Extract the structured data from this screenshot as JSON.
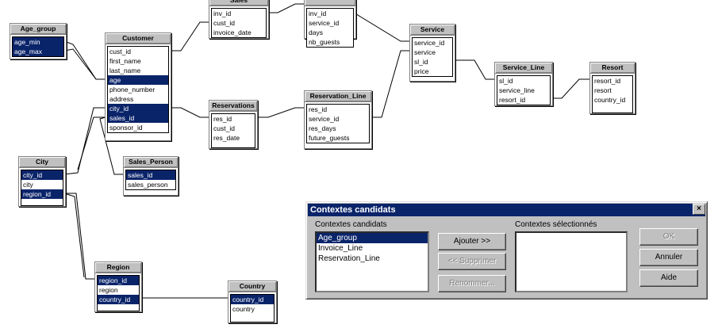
{
  "tables": {
    "age_group": {
      "title": "Age_group",
      "columns": [
        "age_min",
        "age_max"
      ]
    },
    "customer": {
      "title": "Customer",
      "columns": [
        "cust_id",
        "first_name",
        "last_name",
        "age",
        "phone_number",
        "address",
        "city_id",
        "sales_id",
        "sponsor_id"
      ]
    },
    "sales": {
      "title": "Sales",
      "columns": [
        "inv_id",
        "cust_id",
        "invoice_date"
      ]
    },
    "invoice_line": {
      "title": "",
      "columns": [
        "inv_id",
        "service_id",
        "days",
        "nb_guests"
      ]
    },
    "service": {
      "title": "Service",
      "columns": [
        "service_id",
        "service",
        "sl_id",
        "price"
      ]
    },
    "service_line": {
      "title": "Service_Line",
      "columns": [
        "sl_id",
        "service_line",
        "resort_id"
      ]
    },
    "resort": {
      "title": "Resort",
      "columns": [
        "resort_id",
        "resort",
        "country_id"
      ]
    },
    "reservations": {
      "title": "Reservations",
      "columns": [
        "res_id",
        "cust_id",
        "res_date"
      ]
    },
    "reservation_line": {
      "title": "Reservation_Line",
      "columns": [
        "res_id",
        "service_id",
        "res_days",
        "future_guests"
      ]
    },
    "city": {
      "title": "City",
      "columns": [
        "city_id",
        "city",
        "region_id"
      ]
    },
    "sales_person": {
      "title": "Sales_Person",
      "columns": [
        "sales_id",
        "sales_person"
      ]
    },
    "region": {
      "title": "Region",
      "columns": [
        "region_id",
        "region",
        "country_id"
      ]
    },
    "country": {
      "title": "Country",
      "columns": [
        "country_id",
        "country"
      ]
    }
  },
  "dialog": {
    "title": "Contextes candidats",
    "close_label": "×",
    "candidates_label": "Contextes candidats",
    "selected_label": "Contextes sélectionnés",
    "candidates": [
      "Age_group",
      "Invoice_Line",
      "Reservation_Line"
    ],
    "selected_index": 0,
    "buttons": {
      "add": "Ajouter >>",
      "remove": "<< Supprimer",
      "rename": "Renommer...",
      "ok": "OK",
      "cancel": "Annuler",
      "help": "Aide"
    }
  },
  "colors": {
    "selection": "#0a246a",
    "face": "#c0c0c0"
  }
}
